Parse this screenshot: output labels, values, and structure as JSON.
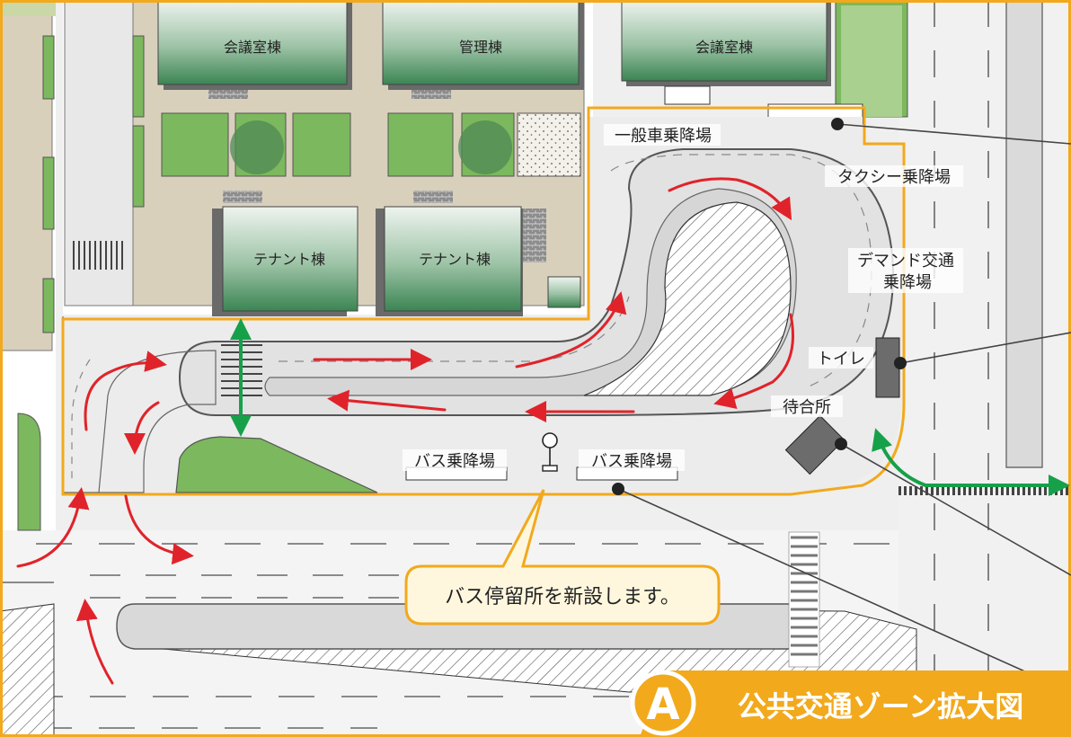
{
  "buildings": {
    "conference_left": "会議室棟",
    "management": "管理棟",
    "conference_right": "会議室棟",
    "tenant_left": "テナント棟",
    "tenant_right": "テナント棟"
  },
  "zones": {
    "general_car": "一般車乗降場",
    "taxi": "タクシー乗降場",
    "demand_line1": "デマンド交通",
    "demand_line2": "乗降場",
    "toilet": "トイレ",
    "waiting_area": "待合所",
    "bus_stop_left": "バス乗降場",
    "bus_stop_right": "バス乗降場"
  },
  "callout": {
    "text": "バス停留所を新設します。"
  },
  "title": {
    "badge": "A",
    "text": "公共交通ゾーン拡大図"
  },
  "colors": {
    "zone_outline": "#f2a91c",
    "traffic_arrow": "#e0232a",
    "pedestrian_arrow": "#17a04a",
    "building_top": "#e9f1ea",
    "building_bottom": "#3f8a56",
    "plaza": "#d9d0bc",
    "lawn": "#7cb85e",
    "road": "#e6e6e6"
  }
}
